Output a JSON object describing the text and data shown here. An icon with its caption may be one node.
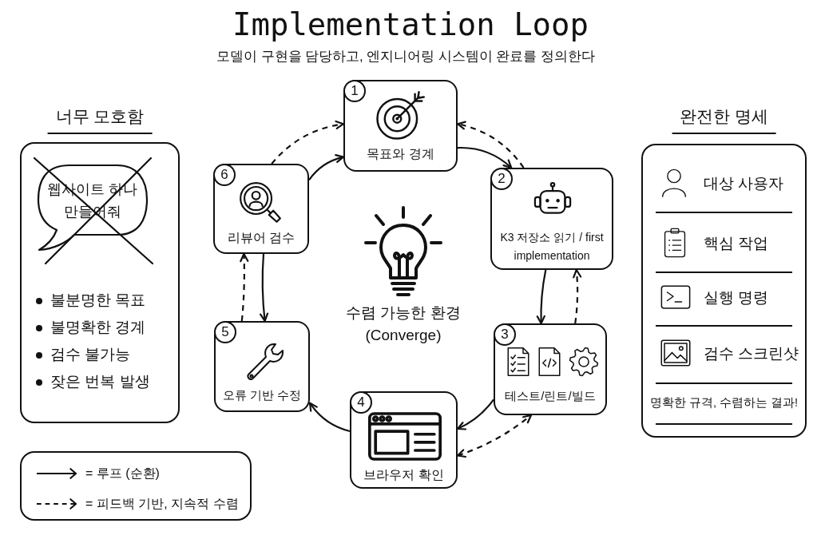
{
  "diagram": {
    "title": "Implementation Loop",
    "nodes": [
      {
        "text": [
          "너무 모호함",
          "불분명한 목표",
          "불명확한 경계",
          "검수 불가능",
          "잦은 번복 발생"
        ]
      },
      {
        "text": [
          "웹사이트 하나 만들어줘"
        ],
        "in": 0
      },
      {
        "text": [
          "1",
          "목표와 경계"
        ]
      },
      {
        "text": [
          "2",
          "K3 저장소 읽기 / first implementation"
        ]
      },
      {
        "text": [
          "3",
          "테스트/린트/빌드"
        ]
      },
      {
        "text": [
          "4",
          "브라우저 확인"
        ]
      },
      {
        "text": [
          "5",
          "오류 기반 수정"
        ]
      },
      {
        "text": [
          "6",
          "리뷰어 검수"
        ]
      },
      {
        "text": [
          "완전한 명세",
          "대상 사용자",
          "핵심 작업",
          "실행 명령",
          "검수 스크린샷",
          "명확한 규격, 수렴하는 결과!"
        ]
      }
    ],
    "edges": [
      {
        "from": 2,
        "to": 3,
        "arrow": "to"
      },
      {
        "from": 3,
        "to": 4,
        "arrow": "to"
      },
      {
        "from": 4,
        "to": 5,
        "arrow": "to"
      },
      {
        "from": 5,
        "to": 6,
        "arrow": "to"
      },
      {
        "from": 7,
        "to": 6,
        "arrow": "to"
      },
      {
        "from": 7,
        "to": 2,
        "arrow": "to"
      },
      {
        "from": 3,
        "to": 2,
        "arrow": "to",
        "style": "dashed"
      },
      {
        "from": 4,
        "to": 3,
        "arrow": "to",
        "style": "dashed"
      },
      {
        "from": 5,
        "to": 4,
        "arrow": "both",
        "style": "dashed"
      },
      {
        "from": 6,
        "to": 7,
        "arrow": "to",
        "style": "dashed"
      },
      {
        "from": 7,
        "to": 2,
        "arrow": "to",
        "style": "dashed"
      }
    ],
    "labels": [
      "모델이 구현을 담당하고, 엔지니어링 시스템이 완료를 정의한다",
      "수렴 가능한 환경 (Converge)"
    ],
    "legend": [
      {
        "text": "= 루프 (순환)"
      },
      {
        "text": "= 피드백 기반, 지속적 수렴"
      }
    ]
  }
}
